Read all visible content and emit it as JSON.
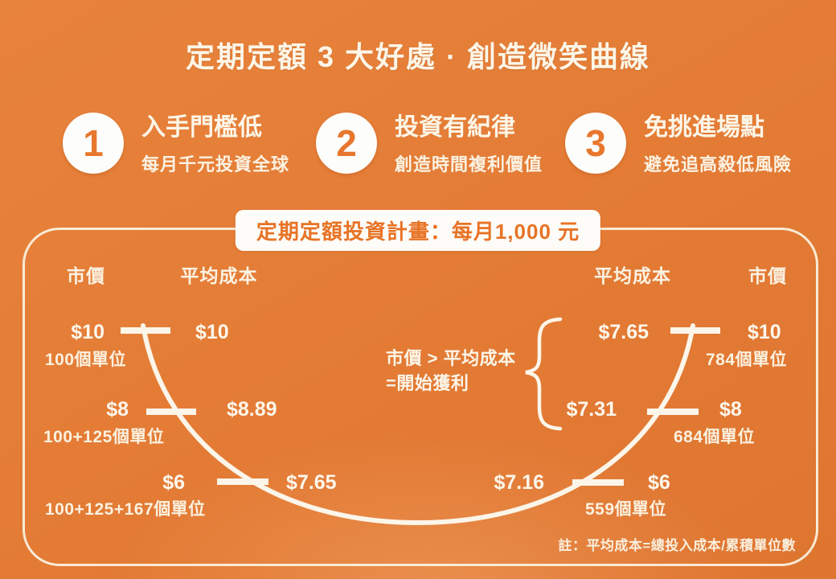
{
  "title": "定期定額 3 大好處 · 創造微笑曲線",
  "benefits": [
    {
      "number": "1",
      "heading": "入手門檻低",
      "subtext": "每月千元投資全球"
    },
    {
      "number": "2",
      "heading": "投資有紀律",
      "subtext": "創造時間複利價值"
    },
    {
      "number": "3",
      "heading": "免挑進場點",
      "subtext": "避免追高殺低風險"
    }
  ],
  "plan_label": "定期定額投資計畫：每月1,000 元",
  "chart": {
    "headers": {
      "left_market": "市價",
      "left_avg": "平均成本",
      "right_avg": "平均成本",
      "right_market": "市價"
    },
    "left_rows": [
      {
        "market_price": "$10",
        "avg_cost": "$10",
        "units": "100個單位"
      },
      {
        "market_price": "$8",
        "avg_cost": "$8.89",
        "units": "100+125個單位"
      },
      {
        "market_price": "$6",
        "avg_cost": "$7.65",
        "units": "100+125+167個單位"
      }
    ],
    "right_rows": [
      {
        "avg_cost": "$7.65",
        "market_price": "$10",
        "units": "784個單位"
      },
      {
        "avg_cost": "$7.31",
        "market_price": "$8",
        "units": "684個單位"
      },
      {
        "avg_cost": "$7.16",
        "market_price": "$6",
        "units": "559個單位"
      }
    ],
    "monthly_amount": "1,000",
    "market_prices_sequence": [
      "$10",
      "$8",
      "$6",
      "$6",
      "$8",
      "$10"
    ],
    "profit_note_line1": "市價 > 平均成本",
    "profit_note_line2": "=開始獲利",
    "footnote": "註：平均成本=總投入成本/累積單位數"
  },
  "colors": {
    "background_orange": "#E47C35",
    "cream_text": "#FBF3E6",
    "badge_number_orange": "#E8772E",
    "plan_text_orange": "#E87325",
    "curve_white": "#FCF5E9"
  }
}
